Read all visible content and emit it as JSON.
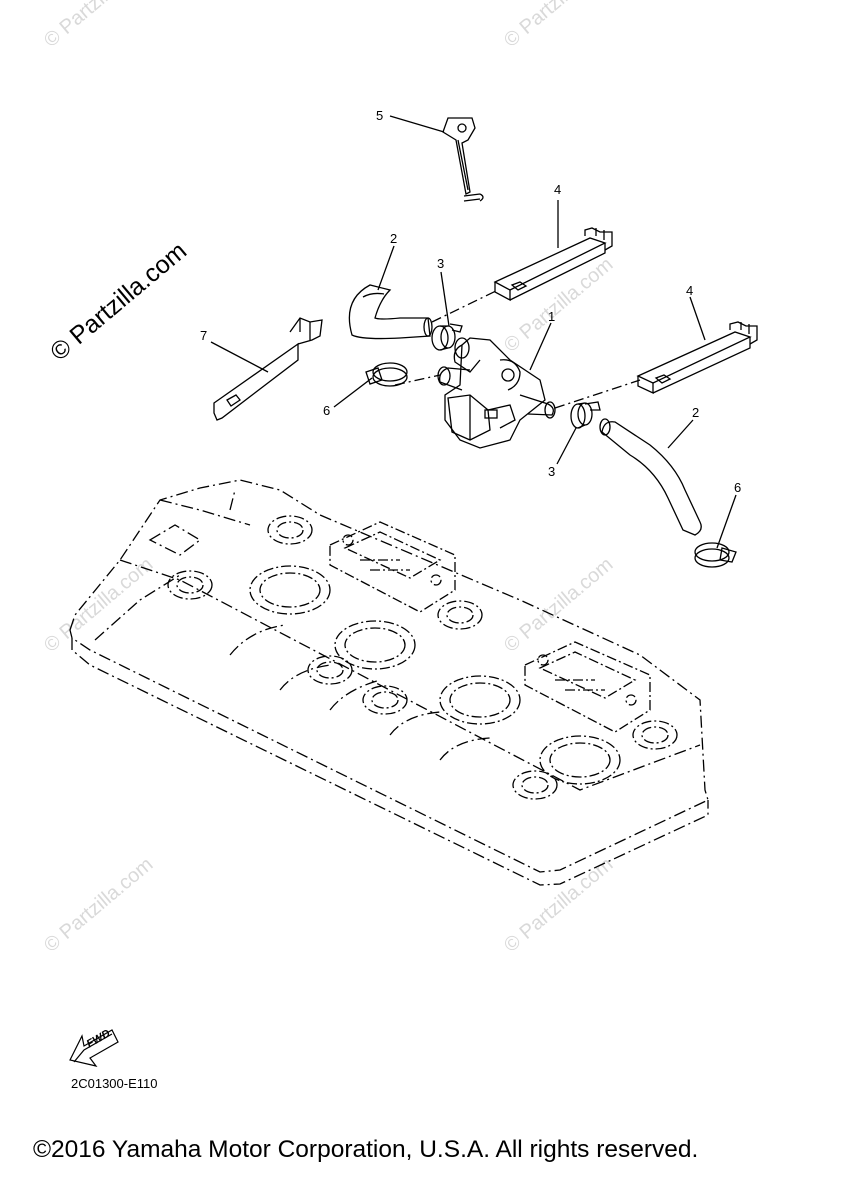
{
  "watermark": {
    "main": "© Partzilla.com",
    "faint": "© Partzilla.com"
  },
  "callouts": {
    "c1": "1",
    "c2a": "2",
    "c2b": "2",
    "c3a": "3",
    "c3b": "3",
    "c4a": "4",
    "c4b": "4",
    "c5": "5",
    "c6a": "6",
    "c6b": "6",
    "c7": "7"
  },
  "fwd_arrow_label": "FWD",
  "drawing_code": "2C01300-E110",
  "copyright": "©2016 Yamaha Motor Corporation, U.S.A. All rights reserved.",
  "colors": {
    "line": "#000000",
    "watermark": "#d9d9d9",
    "background": "#ffffff"
  }
}
